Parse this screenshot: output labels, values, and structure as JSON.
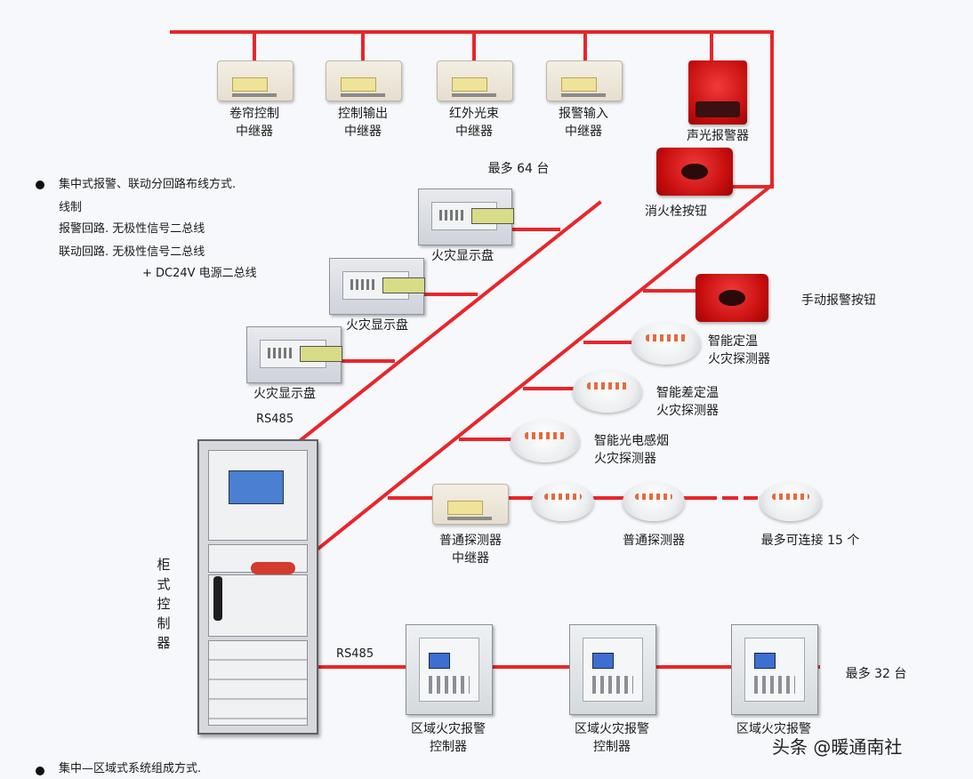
{
  "top_modules": [
    {
      "label_l1": "卷帘控制",
      "label_l2": "中继器"
    },
    {
      "label_l1": "控制输出",
      "label_l2": "中继器"
    },
    {
      "label_l1": "红外光束",
      "label_l2": "中继器"
    },
    {
      "label_l1": "报警输入",
      "label_l2": "中继器"
    }
  ],
  "alarm_devices": {
    "strobe": "声光报警器",
    "hydrant_button": "消火栓按钮",
    "manual_button": "手动报警按钮"
  },
  "smart_detectors": [
    {
      "l1": "智能定温",
      "l2": "火灾探测器"
    },
    {
      "l1": "智能差定温",
      "l2": "火灾探测器"
    },
    {
      "l1": "智能光电感烟",
      "l2": "火灾探测器"
    }
  ],
  "displays": {
    "max_count": "最多 64 台",
    "label": "火灾显示盘"
  },
  "description": {
    "title": "集中式报警、联动分回路布线方式.",
    "line1": "线制",
    "line2": "报警回路. 无极性信号二总线",
    "line3": "联动回路. 无极性信号二总线",
    "line4": "+  DC24V 电源二总线"
  },
  "rs485_top": "RS485",
  "rs485_bottom": "RS485",
  "cabinet_label": "柜式控制器",
  "common_row": {
    "relay_l1": "普通探测器",
    "relay_l2": "中继器",
    "detector": "普通探测器",
    "max_connect": "最多可连接 15 个"
  },
  "local_controllers": {
    "l1": "区域火灾报警",
    "l2": "控制器",
    "l1_partial": "区域火灾报警",
    "max_count": "最多 32 台"
  },
  "footer": "集中—区域式系统组成方式.",
  "watermark": "头条 @暖通南社",
  "colors": {
    "wire": "#e8262b",
    "background": "#f6f8fb"
  }
}
